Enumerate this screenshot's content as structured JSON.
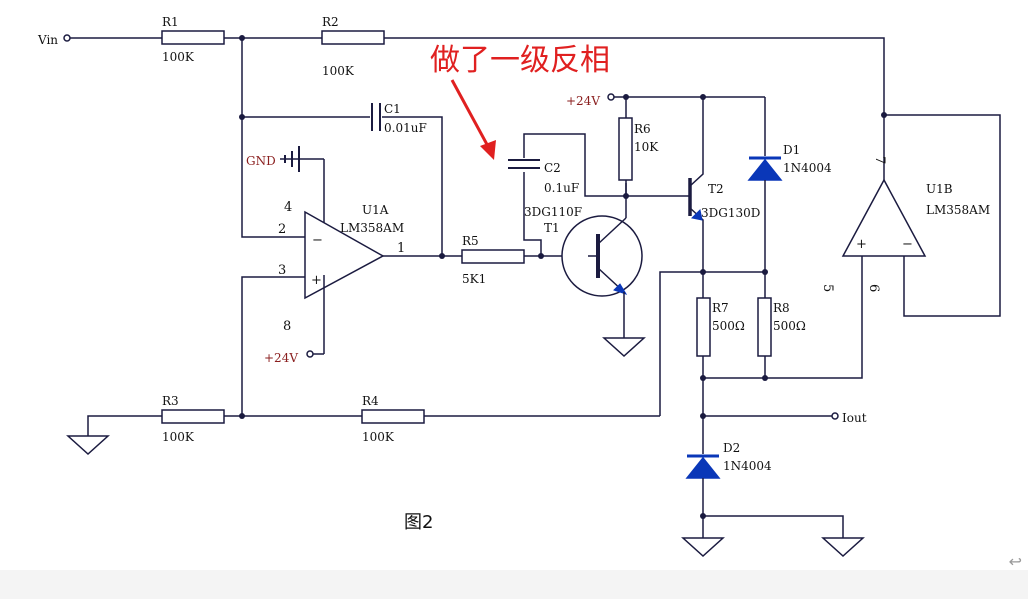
{
  "annotation": "做了一级反相",
  "caption": "图2",
  "ports": {
    "vin": "Vin",
    "iout": "Iout",
    "gnd": "GND"
  },
  "supplies": {
    "plus24_a": "+24V",
    "plus24_b": "+24V"
  },
  "components": {
    "r1": {
      "name": "R1",
      "value": "100K"
    },
    "r2": {
      "name": "R2",
      "value": "100K"
    },
    "r3": {
      "name": "R3",
      "value": "100K"
    },
    "r4": {
      "name": "R4",
      "value": "100K"
    },
    "r5": {
      "name": "R5",
      "value": "5K1"
    },
    "r6": {
      "name": "R6",
      "value": "10K"
    },
    "r7": {
      "name": "R7",
      "value": "500Ω"
    },
    "r8": {
      "name": "R8",
      "value": "500Ω"
    },
    "c1": {
      "name": "C1",
      "value": "0.01uF"
    },
    "c2": {
      "name": "C2",
      "value": "0.1uF"
    },
    "t1": {
      "name": "T1",
      "part": "3DG110F"
    },
    "t2": {
      "name": "T2",
      "part": "3DG130D"
    },
    "d1": {
      "name": "D1",
      "part": "1N4004"
    },
    "d2": {
      "name": "D2",
      "part": "1N4004"
    },
    "u1a": {
      "name": "U1A",
      "part": "LM358AM"
    },
    "u1b": {
      "name": "U1B",
      "part": "LM358AM"
    }
  },
  "pins": {
    "u1a_p4": "4",
    "u1a_p2": "2",
    "u1a_p3": "3",
    "u1a_p1": "1",
    "u1a_p8": "8",
    "u1b_p7": "7",
    "u1b_p5": "5",
    "u1b_p6": "6"
  },
  "opamp_signs": {
    "minus": "−",
    "plus": "+"
  },
  "back_glyph": "↩"
}
